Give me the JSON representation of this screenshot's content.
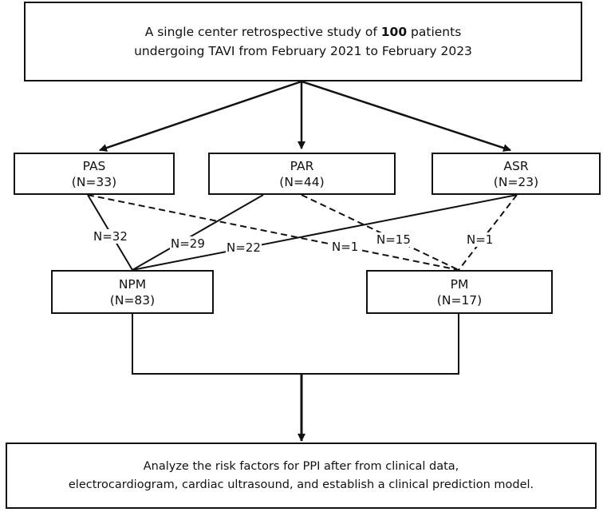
{
  "top_box": {
    "line1_prefix": "A single center retrospective study of ",
    "line1_bold": "100",
    "line1_suffix": " patients",
    "line2": "undergoing TAVI from February 2021 to February 2023"
  },
  "groups": {
    "pas": {
      "name": "PAS",
      "count": "(N=33)"
    },
    "par": {
      "name": "PAR",
      "count": "(N=44)"
    },
    "asr": {
      "name": "ASR",
      "count": "(N=23)"
    }
  },
  "outcomes": {
    "npm": {
      "name": "NPM",
      "count": "(N=83)"
    },
    "pm": {
      "name": "PM",
      "count": "(N=17)"
    }
  },
  "edge_labels": {
    "pas_npm": "N=32",
    "par_npm": "N=29",
    "asr_npm": "N=22",
    "pas_pm": "N=1",
    "par_pm": "N=15",
    "asr_pm": "N=1"
  },
  "bottom_box": {
    "line1": "Analyze the risk factors for PPI after from clinical data,",
    "line2": "electrocardiogram, cardiac ultrasound, and establish a clinical prediction model."
  }
}
